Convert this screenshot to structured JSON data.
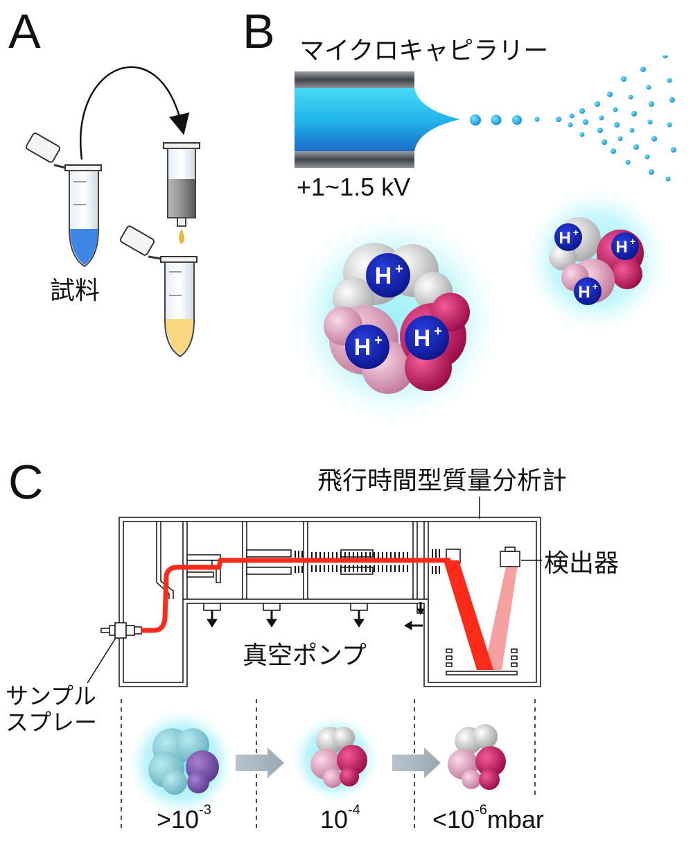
{
  "panels": {
    "a": {
      "letter": "A",
      "sample_label": "試料"
    },
    "b": {
      "letter": "B",
      "capillary_label": "マイクロキャピラリー",
      "voltage_label": "+1~1.5 kV",
      "proton_label": "H",
      "proton_charge": "+"
    },
    "c": {
      "letter": "C",
      "tof_label": "飛行時間型質量分析計",
      "detector_label": "検出器",
      "pump_label": "真空ポンプ",
      "sample_spray_line1": "サンプル",
      "sample_spray_line2": "スプレー",
      "pressures": [
        {
          "prefix": ">10",
          "exponent": "-3",
          "suffix": ""
        },
        {
          "prefix": "10",
          "exponent": "-4",
          "suffix": ""
        },
        {
          "prefix": "<10",
          "exponent": "-6",
          "suffix": "mbar"
        }
      ]
    }
  },
  "colors": {
    "ion_beam": "#ff2a1a",
    "ion_beam_reflected": "#f7a0a0",
    "liquid_blue": "#1ab0e8",
    "sample_blue": "#3f86e6",
    "sample_yellow": "#f8d880",
    "glow": "#9ff0f8",
    "protein_white": "#e8e8e8",
    "protein_pink": "#e8a8c8",
    "protein_magenta": "#d81b6a",
    "proton_ball": "#1a2ab8",
    "arrow_gray": "#a8b8c4"
  }
}
